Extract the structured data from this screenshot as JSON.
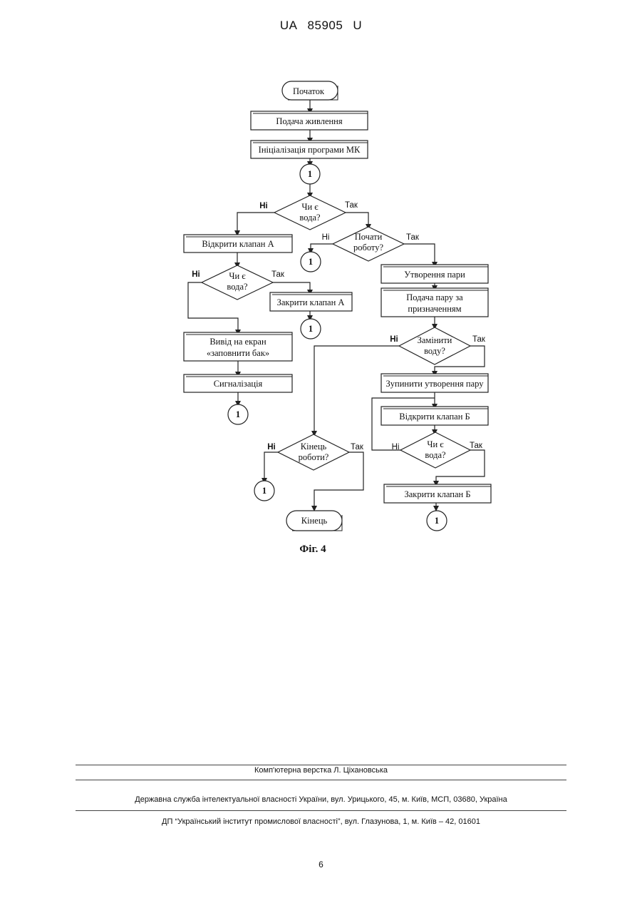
{
  "header": {
    "country": "UA",
    "number": "85905",
    "kind": "U"
  },
  "flowchart": {
    "start": "Початок",
    "power_on": "Подача живлення",
    "init_program": "Ініціалізація програми МК",
    "connector": "1",
    "q_water_1": [
      "Чи є",
      "вода?"
    ],
    "q_start_work": [
      "Почати",
      "роботу?"
    ],
    "open_valve_a": "Відкрити клапан А",
    "q_water_2": [
      "Чи є",
      "вода?"
    ],
    "close_valve_a": "Закрити клапан А",
    "steam_generation": "Утворення пари",
    "steam_supply": [
      "Подача пару за",
      "призначенням"
    ],
    "q_replace_water": [
      "Замінити",
      "воду?"
    ],
    "display_output": [
      "Вивід на екран",
      "«заповнити бак»"
    ],
    "signaling": "Сигналізація",
    "stop_steam": "Зупинити утворення пару",
    "open_valve_b": "Відкрити клапан Б",
    "q_water_3": [
      "Чи є",
      "вода?"
    ],
    "close_valve_b": "Закрити клапан Б",
    "q_end_work": [
      "Кінець",
      "роботи?"
    ],
    "end": "Кінець",
    "yes": "Так",
    "no": "Ні",
    "caption": "Фіг. 4"
  },
  "footer": {
    "layout_credit": "Комп'ютерна верстка Л. Ціхановська",
    "agency": "Державна служба інтелектуальної власності України, вул. Урицького, 45, м. Київ, МСП, 03680, Україна",
    "institute": "ДП “Український інститут промислової власності”, вул. Глазунова, 1, м. Київ – 42, 01601"
  },
  "page_number": "6"
}
